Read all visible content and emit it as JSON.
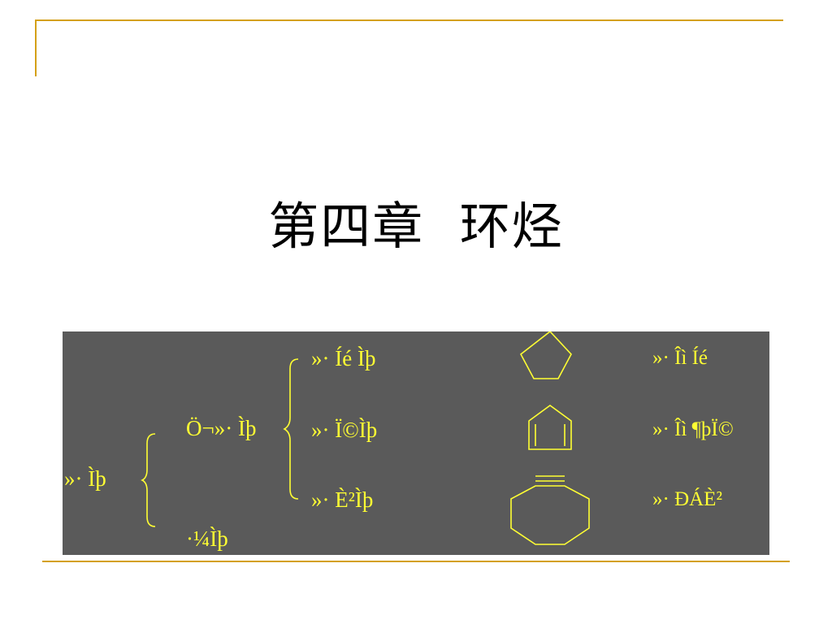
{
  "slide": {
    "title": "第四章  环烃"
  },
  "panel": {
    "root_label": "»· Ìþ",
    "branch_upper_label": "Ö¬»· Ìþ",
    "branch_lower_label": "·¼Ìþ",
    "items": [
      {
        "left_label": "»· Íé Ìþ",
        "right_label": "»· Îì Íé",
        "structure": "cyclopentane-icon"
      },
      {
        "left_label": "»· Ï©Ìþ",
        "right_label": "»· Îì ¶þÏ©",
        "structure": "cyclopentadiene-icon"
      },
      {
        "left_label": "»· È²Ìþ",
        "right_label": "»· ÐÁÈ²",
        "structure": "cyclooctyne-icon"
      }
    ]
  },
  "colors": {
    "accent_rule": "#d4a017",
    "panel_background": "#5a5a5a",
    "panel_text": "#ffff33",
    "title_text": "#000000"
  }
}
